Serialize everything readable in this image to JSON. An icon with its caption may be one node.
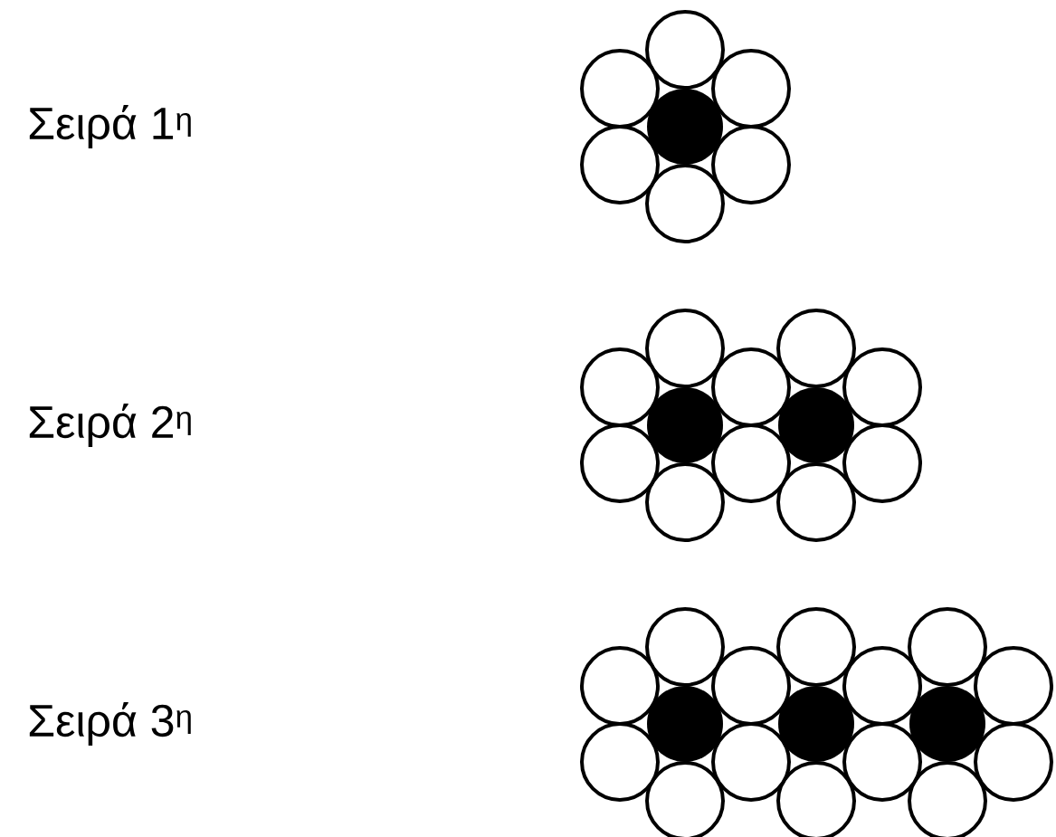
{
  "diagram": {
    "labels": [
      "Σειρά 1$^{η}$",
      "Σειρά 2$^{η}$",
      "Σειρά 3$^{η}$"
    ]
  }
}
